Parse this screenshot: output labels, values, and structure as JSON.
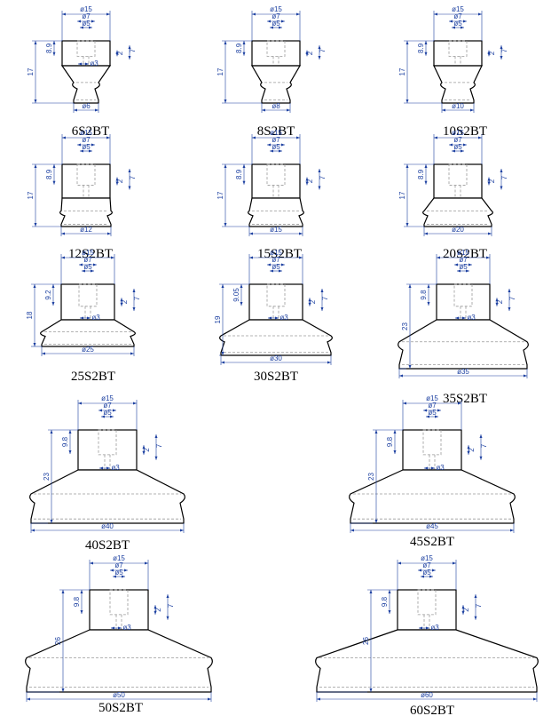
{
  "drawings": [
    {
      "id": "6S2BT",
      "title": "6S2BT",
      "d_top": "ø15",
      "d_mid": "ø7",
      "d_in": "ø5",
      "d_hole": "ø3",
      "d_bottom": "ø6",
      "h_total": "17",
      "h_body": "8.9",
      "h_in": "2",
      "h_side": "7",
      "type": "small"
    },
    {
      "id": "8S2BT",
      "title": "8S2BT",
      "d_top": "ø15",
      "d_mid": "ø7",
      "d_in": "ø5",
      "d_hole": "",
      "d_bottom": "ø8",
      "h_total": "17",
      "h_body": "8.9",
      "h_in": "2",
      "h_side": "7",
      "type": "small"
    },
    {
      "id": "10S2BT",
      "title": "10S2BT",
      "d_top": "ø15",
      "d_mid": "ø7",
      "d_in": "ø5",
      "d_hole": "",
      "d_bottom": "ø10",
      "h_total": "17",
      "h_body": "8.9",
      "h_in": "2",
      "h_side": "7",
      "type": "small"
    },
    {
      "id": "12S2BT",
      "title": "12S2BT",
      "d_top": "ø15",
      "d_mid": "ø7",
      "d_in": "ø5",
      "d_hole": "",
      "d_bottom": "ø12",
      "h_total": "17",
      "h_body": "8.9",
      "h_in": "2",
      "h_side": "7",
      "type": "mid"
    },
    {
      "id": "15S2BT",
      "title": "15S2BT",
      "d_top": "ø15",
      "d_mid": "ø7",
      "d_in": "ø5",
      "d_hole": "",
      "d_bottom": "ø15",
      "h_total": "17",
      "h_body": "8.9",
      "h_in": "2",
      "h_side": "7",
      "type": "mid"
    },
    {
      "id": "20S2BT",
      "title": "20S2BT",
      "d_top": "ø15",
      "d_mid": "ø7",
      "d_in": "ø5",
      "d_hole": "",
      "d_bottom": "ø20",
      "h_total": "17",
      "h_body": "8.9",
      "h_in": "2",
      "h_side": "7",
      "type": "mid"
    },
    {
      "id": "25S2BT",
      "title": "25S2BT",
      "d_top": "ø15",
      "d_mid": "ø7",
      "d_in": "ø5",
      "d_hole": "ø3",
      "d_bottom": "ø25",
      "h_total": "18",
      "h_body": "9.2",
      "h_in": "2",
      "h_side": "7",
      "type": "wide"
    },
    {
      "id": "30S2BT",
      "title": "30S2BT",
      "d_top": "ø15",
      "d_mid": "ø7",
      "d_in": "ø5",
      "d_hole": "ø3",
      "d_bottom": "ø30",
      "h_total": "19",
      "h_body": "9.05",
      "h_in": "2",
      "h_side": "7",
      "type": "wide"
    },
    {
      "id": "35S2BT",
      "title": "35S2BT",
      "d_top": "ø15",
      "d_mid": "ø7",
      "d_in": "ø5",
      "d_hole": "ø3",
      "d_bottom": "ø35",
      "h_total": "23",
      "h_body": "9.8",
      "h_in": "2",
      "h_side": "7",
      "type": "wide"
    },
    {
      "id": "40S2BT",
      "title": "40S2BT",
      "d_top": "ø15",
      "d_mid": "ø7",
      "d_in": "ø5",
      "d_hole": "ø3",
      "d_bottom": "ø40",
      "h_total": "23",
      "h_body": "9.8",
      "h_in": "2",
      "h_side": "7",
      "type": "wide"
    },
    {
      "id": "45S2BT",
      "title": "45S2BT",
      "d_top": "ø15",
      "d_mid": "ø7",
      "d_in": "ø5",
      "d_hole": "ø3",
      "d_bottom": "ø45",
      "h_total": "23",
      "h_body": "9.8",
      "h_in": "2",
      "h_side": "7",
      "type": "wide"
    },
    {
      "id": "50S2BT",
      "title": "50S2BT",
      "d_top": "ø15",
      "d_mid": "ø7",
      "d_in": "ø5",
      "d_hole": "ø3",
      "d_bottom": "ø50",
      "h_total": "26",
      "h_body": "9.8",
      "h_in": "2",
      "h_side": "7",
      "type": "wide"
    },
    {
      "id": "60S2BT",
      "title": "60S2BT",
      "d_top": "ø15",
      "d_mid": "ø7",
      "d_in": "ø5",
      "d_hole": "ø3",
      "d_bottom": "ø60",
      "h_total": "26",
      "h_body": "9.8",
      "h_in": "2",
      "h_side": "7",
      "type": "wide"
    }
  ],
  "colors": {
    "dimension": "#1b3fa0",
    "outline": "#000000",
    "hidden_line": "#9a9a9a"
  }
}
